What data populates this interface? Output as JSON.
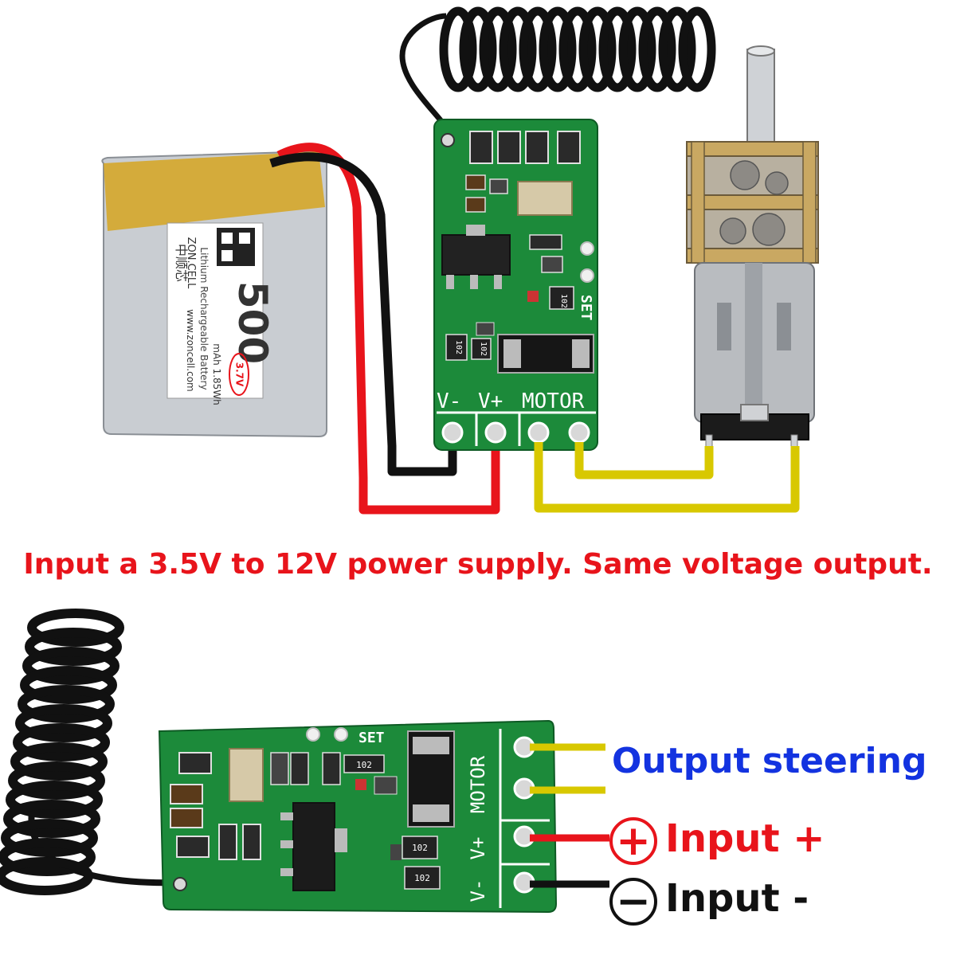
{
  "caption": "Input a 3.5V to 12V power supply. Same voltage output.",
  "top_board": {
    "pins": [
      "V-",
      "V+",
      "MOTOR"
    ],
    "set_label": "SET",
    "resistor_codes": [
      "102",
      "102",
      "102"
    ]
  },
  "battery": {
    "capacity": "500",
    "unit_line": "mAh 1.85Wh",
    "voltage": "3.7V",
    "type_text": "Lithium Rechargeable Battery",
    "brand": "ZON.CELL",
    "chinese_brand": "中顺芯",
    "website": "www.zoncell.com"
  },
  "bottom_board": {
    "pins": [
      "V-",
      "V+",
      "MOTOR"
    ],
    "set_label": "SET",
    "resistor_codes": [
      "102",
      "102",
      "102"
    ]
  },
  "labels": {
    "output": "Output steering",
    "input_plus": "Input +",
    "input_minus": "Input -",
    "plus_symbol": "+",
    "minus_symbol": "−"
  },
  "colors": {
    "caption": "#e8141b",
    "output_label": "#1333e0",
    "wire_positive": "#e8141b",
    "wire_negative": "#111111",
    "wire_motor": "#d8c800",
    "pcb_green": "#1c8a3a"
  }
}
